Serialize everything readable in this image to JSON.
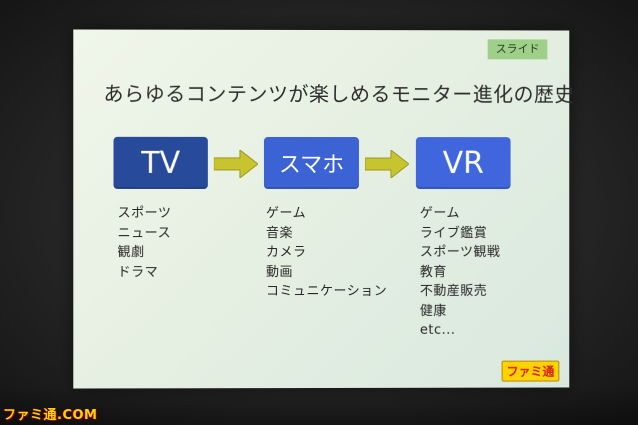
{
  "slide": {
    "tag": "スライド",
    "title": "あらゆるコンテンツが楽しめるモニター進化の歴史",
    "stages": [
      {
        "label": "TV",
        "items": [
          "スポーツ",
          "ニュース",
          "観劇",
          "ドラマ"
        ]
      },
      {
        "label": "スマホ",
        "items": [
          "ゲーム",
          "音楽",
          "カメラ",
          "動画",
          "コミュニケーション"
        ]
      },
      {
        "label": "VR",
        "items": [
          "ゲーム",
          "ライブ鑑賞",
          "スポーツ観戦",
          "教育",
          "不動産販売",
          "健康",
          "etc..."
        ]
      }
    ],
    "logo": "ファミ通"
  },
  "watermark": "ファミ通.COM",
  "colors": {
    "arrow": "#c8c430",
    "box_dark": "#284a9b",
    "box_light": "#3f66dc"
  }
}
